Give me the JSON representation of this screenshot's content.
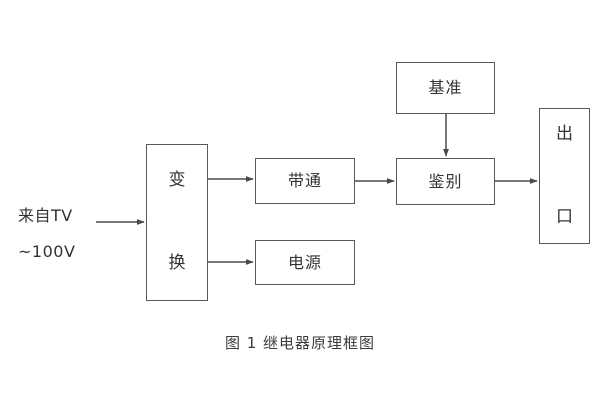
{
  "figure": {
    "caption": "图 1  继电器原理框图",
    "background_color": "#ffffff",
    "line_color": "#4a4a4a",
    "box_border_color": "#595959",
    "text_color": "#333333"
  },
  "source": {
    "line1": "来自TV",
    "line2": "~100V"
  },
  "blocks": {
    "convert": {
      "label": "变\n\n换"
    },
    "bandpass": {
      "label": "带通"
    },
    "power": {
      "label": "电源"
    },
    "reference": {
      "label": "基准"
    },
    "discriminate": {
      "label": "鉴别"
    },
    "output": {
      "label": "出\n\n口"
    }
  },
  "connections": [
    {
      "name": "source-to-convert",
      "from": "来自TV ~100V",
      "to": "变换"
    },
    {
      "name": "convert-to-bandpass",
      "from": "变换",
      "to": "带通"
    },
    {
      "name": "convert-to-power",
      "from": "变换",
      "to": "电源"
    },
    {
      "name": "bandpass-to-discriminate",
      "from": "带通",
      "to": "鉴别"
    },
    {
      "name": "reference-to-discriminate",
      "from": "基准",
      "to": "鉴别"
    },
    {
      "name": "discriminate-to-output",
      "from": "鉴别",
      "to": "出口"
    }
  ]
}
